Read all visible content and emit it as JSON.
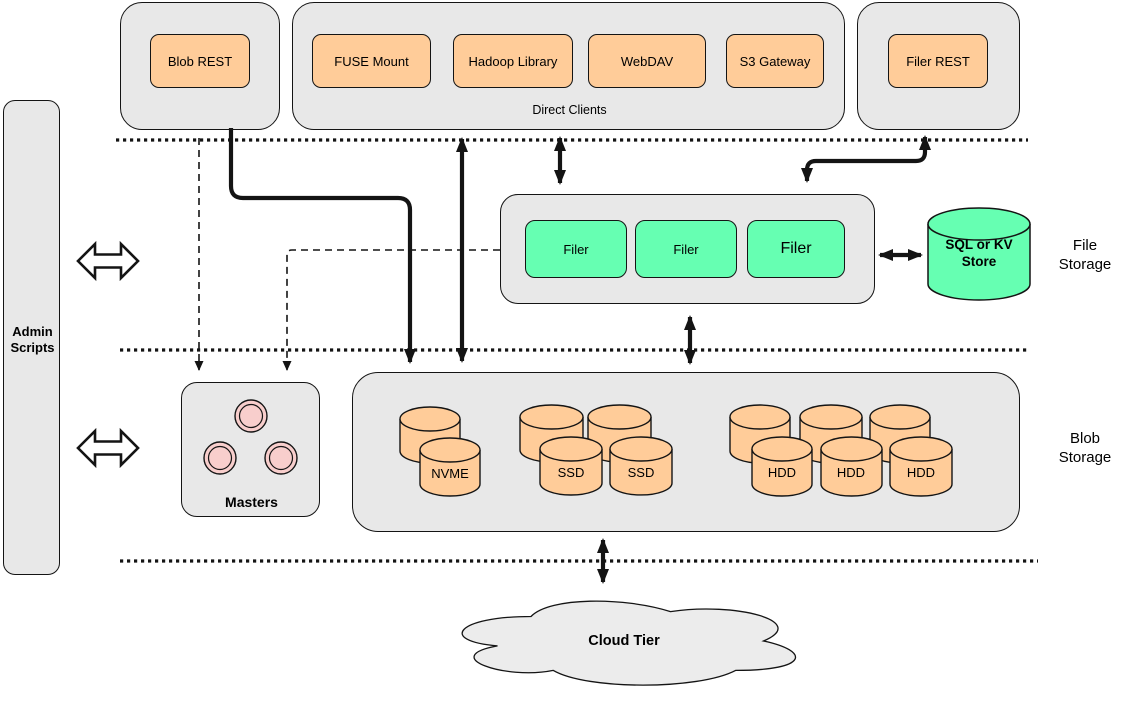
{
  "palette": {
    "container_gray": "#e8e8e8",
    "node_orange": "#ffcc99",
    "node_green": "#66ffb2",
    "master_pink": "#f8cecc",
    "cloud_gray": "#ececec",
    "line_black": "#141414"
  },
  "admin_panel": {
    "label": "Admin\nScripts"
  },
  "clients": {
    "blob_rest": {
      "label": "Blob REST"
    },
    "direct": {
      "caption": "Direct Clients",
      "items": [
        {
          "label": "FUSE Mount"
        },
        {
          "label": "Hadoop Library"
        },
        {
          "label": "WebDAV"
        },
        {
          "label": "S3 Gateway"
        }
      ]
    },
    "filer_rest": {
      "label": "Filer REST"
    }
  },
  "file_tier": {
    "section_label": "File\nStorage",
    "filers": [
      {
        "label": "Filer"
      },
      {
        "label": "Filer"
      },
      {
        "label": "Filer"
      }
    ],
    "store": {
      "label": "SQL or KV\nStore"
    }
  },
  "blob_tier": {
    "section_label": "Blob\nStorage",
    "masters_label": "Masters",
    "volumes": {
      "nvme": [
        "NVME"
      ],
      "ssd": [
        "SSD",
        "SSD"
      ],
      "hdd": [
        "HDD",
        "HDD",
        "HDD"
      ]
    }
  },
  "cloud": {
    "label": "Cloud Tier"
  }
}
